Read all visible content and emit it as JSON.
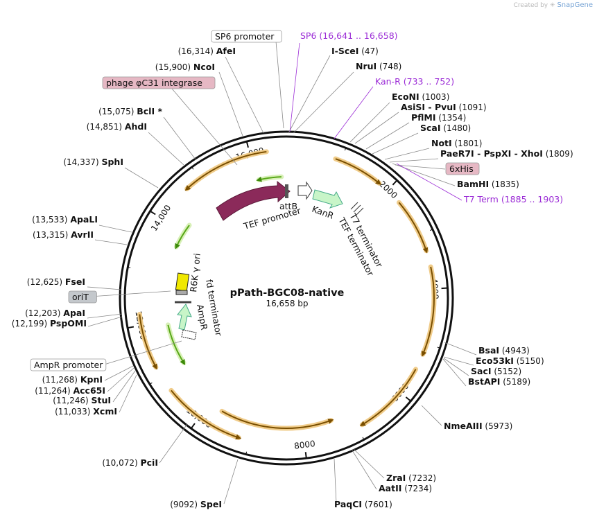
{
  "watermark": {
    "prefix": "Created by",
    "brand": "SnapGene"
  },
  "plasmid": {
    "name": "pPath-BGC08-native",
    "length_label": "16,658 bp",
    "length": 16658
  },
  "ticks": [
    "2000",
    "4000",
    "6000",
    "8000",
    "10,000",
    "12,000",
    "14,000",
    "16,000"
  ],
  "boxed": [
    {
      "text": "SP6 promoter",
      "fill": "#ffffff"
    },
    {
      "text": "phage φC31 integrase",
      "fill": "#e6b8c4"
    },
    {
      "text": "oriT",
      "fill": "#c4c8cc"
    },
    {
      "text": "AmpR promoter",
      "fill": "#ffffff"
    },
    {
      "text": "6xHis",
      "fill": "#e6b8c4"
    }
  ],
  "primers": [
    {
      "name": "SP6",
      "range": "(16,641 .. 16,658)"
    },
    {
      "name": "Kan-R",
      "range": "(733 .. 752)"
    },
    {
      "name": "T7 Term",
      "range": "(1885 .. 1903)"
    }
  ],
  "sites": [
    {
      "name": "AfeI",
      "pos": "(16,314)"
    },
    {
      "name": "I-SceI",
      "pos": "(47)"
    },
    {
      "name": "NcoI",
      "pos": "(15,900)"
    },
    {
      "name": "NruI",
      "pos": "(748)"
    },
    {
      "name": "BclI *",
      "pos": "(15,075)"
    },
    {
      "name": "EcoNI",
      "pos": "(1003)"
    },
    {
      "name": "AsiSI",
      "sep": "-",
      "name2": "PvuI",
      "pos": "(1091)"
    },
    {
      "name": "AhdI",
      "pos": "(14,851)"
    },
    {
      "name": "PflMI",
      "pos": "(1354)"
    },
    {
      "name": "ScaI",
      "pos": "(1480)"
    },
    {
      "name": "NotI",
      "pos": "(1801)"
    },
    {
      "name": "SphI",
      "pos": "(14,337)"
    },
    {
      "name": "PaeR7I",
      "sep": "-",
      "name2": "PspXI",
      "sep2": "-",
      "name3": "XhoI",
      "pos": "(1809)"
    },
    {
      "name": "BamHI",
      "pos": "(1835)"
    },
    {
      "name": "ApaLI",
      "pos": "(13,533)"
    },
    {
      "name": "AvrII",
      "pos": "(13,315)"
    },
    {
      "name": "FseI",
      "pos": "(12,625)"
    },
    {
      "name": "ApaI",
      "pos": "(12,203)"
    },
    {
      "name": "PspOMI",
      "pos": "(12,199)"
    },
    {
      "name": "BsaI",
      "pos": "(4943)"
    },
    {
      "name": "Eco53kI",
      "pos": "(5150)"
    },
    {
      "name": "SacI",
      "pos": "(5152)"
    },
    {
      "name": "BstAPI",
      "pos": "(5189)"
    },
    {
      "name": "KpnI",
      "pos": "(11,268)"
    },
    {
      "name": "Acc65I",
      "pos": "(11,264)"
    },
    {
      "name": "StuI",
      "pos": "(11,246)"
    },
    {
      "name": "XcmI",
      "pos": "(11,033)"
    },
    {
      "name": "NmeAIII",
      "pos": "(5973)"
    },
    {
      "name": "PciI",
      "pos": "(10,072)"
    },
    {
      "name": "ZraI",
      "pos": "(7232)"
    },
    {
      "name": "AatII",
      "pos": "(7234)"
    },
    {
      "name": "SpeI",
      "pos": "(9092)"
    },
    {
      "name": "PaqCI",
      "pos": "(7601)"
    }
  ],
  "features": {
    "attB": "attB",
    "tef_promoter": "TEF promoter",
    "kanr": "KanR",
    "t7_terminator": "T7 terminator",
    "tef_terminator": "TEF terminator",
    "r6k_ori": "R6K γ ori",
    "fd_terminator": "fd terminator",
    "ampr": "AmpR"
  },
  "colors": {
    "primer": "#9b2bd6",
    "orf_outline": "#f0cc8a",
    "orf_arrow": "#7a4f00",
    "green_arc": "#58a818",
    "integrase": "#8b2a5a",
    "kanr_fill": "#c8f5c8",
    "r6k_fill": "#f0e800",
    "backbone": "#111111"
  }
}
